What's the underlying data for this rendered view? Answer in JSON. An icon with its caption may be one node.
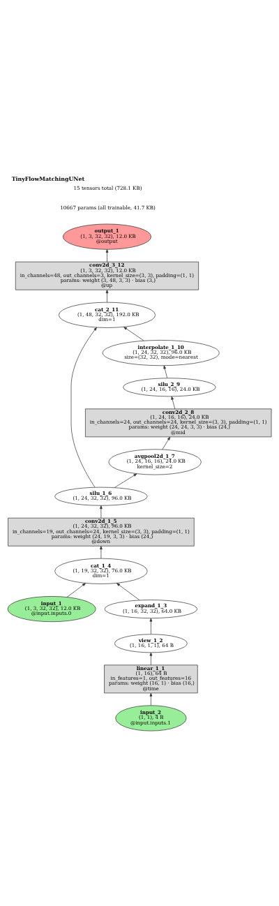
{
  "diagram": {
    "title": "TinyFlowMatchingUNet",
    "nodes": [
      {
        "text": [
          "output_1",
          "(1, 3, 32, 32), 12.0 KB",
          "@output"
        ]
      },
      {
        "text": [
          "conv2d_3_12",
          "(1, 3, 32, 32), 12.0 KB",
          "in_channels=48, out_channels=3, kernel_size=(3, 3), padding=(1, 1)",
          "params: weight (3, 48, 3, 3) · bias (3,)",
          "@up"
        ]
      },
      {
        "text": [
          "cat_2_11",
          "(1, 48, 32, 32), 192.0 KB",
          "dim=1"
        ]
      },
      {
        "text": [
          "interpolate_1_10",
          "(1, 24, 32, 32), 96.0 KB",
          "size=(32, 32), mode=nearest"
        ]
      },
      {
        "text": [
          "silu_2_9",
          "(1, 24, 16, 16), 24.0 KB"
        ]
      },
      {
        "text": [
          "conv2d_2_8",
          "(1, 24, 16, 16), 24.0 KB",
          "in_channels=24, out_channels=24, kernel_size=(3, 3), padding=(1, 1)",
          "params: weight (24, 24, 3, 3) · bias (24,)",
          "@mid"
        ]
      },
      {
        "text": [
          "avgpool2d_1_7",
          "(1, 24, 16, 16), 24.0 KB",
          "kernel_size=2"
        ]
      },
      {
        "text": [
          "silu_1_6",
          "(1, 24, 32, 32), 96.0 KB"
        ]
      },
      {
        "text": [
          "conv2d_1_5",
          "(1, 24, 32, 32), 96.0 KB",
          "in_channels=19, out_channels=24, kernel_size=(3, 3), padding=(1, 1)",
          "params: weight (24, 19, 3, 3) · bias (24,)",
          "@down"
        ]
      },
      {
        "text": [
          "cat_1_4",
          "(1, 19, 32, 32), 76.0 KB",
          "dim=1"
        ]
      },
      {
        "text": [
          "input_1",
          "(1, 3, 32, 32), 12.0 KB",
          "@input.inputs.0"
        ]
      },
      {
        "text": [
          "expand_1_3",
          "(1, 16, 32, 32), 64.0 KB"
        ]
      },
      {
        "text": [
          "view_1_2",
          "(1, 16, 1, 1), 64 B"
        ]
      },
      {
        "text": [
          "linear_1_1",
          "(1, 16), 64 B",
          "in_features=1, out_features=16",
          "params: weight (16, 1) · bias (16,)",
          "@time"
        ]
      },
      {
        "text": [
          "input_2",
          "(1, 1), 4 B",
          "@input.inputs.1"
        ]
      }
    ],
    "edges": [
      {
        "from": 1,
        "to": 0,
        "arrow": "to"
      },
      {
        "from": 2,
        "to": 1,
        "arrow": "to"
      },
      {
        "from": 3,
        "to": 2,
        "arrow": "to"
      },
      {
        "from": 7,
        "to": 2,
        "arrow": "to"
      },
      {
        "from": 4,
        "to": 3,
        "arrow": "to"
      },
      {
        "from": 5,
        "to": 4,
        "arrow": "to"
      },
      {
        "from": 6,
        "to": 5,
        "arrow": "to"
      },
      {
        "from": 7,
        "to": 6,
        "arrow": "to"
      },
      {
        "from": 8,
        "to": 7,
        "arrow": "to"
      },
      {
        "from": 9,
        "to": 8,
        "arrow": "to"
      },
      {
        "from": 10,
        "to": 9,
        "arrow": "to"
      },
      {
        "from": 11,
        "to": 9,
        "arrow": "to"
      },
      {
        "from": 12,
        "to": 11,
        "arrow": "to"
      },
      {
        "from": 13,
        "to": 12,
        "arrow": "to"
      },
      {
        "from": 14,
        "to": 13,
        "arrow": "to"
      }
    ],
    "labels": [
      "15 tensors total (728.1 KB)",
      "10667 params (all trainable, 41.7 KB)"
    ]
  }
}
